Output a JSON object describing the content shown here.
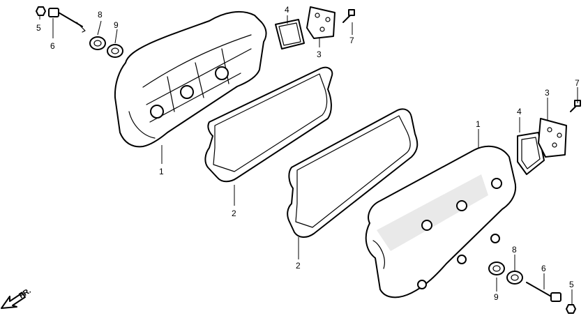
{
  "labels": {
    "l1a": "5",
    "l1b": "6",
    "l1c": "8",
    "l1d": "9",
    "l1e": "4",
    "l1f": "3",
    "l1g": "7",
    "l1h": "1",
    "l1i": "2",
    "r1a": "3",
    "r1b": "7",
    "r1c": "4",
    "r1d": "1",
    "r1e": "2",
    "r1f": "8",
    "r1g": "6",
    "r1h": "5",
    "r1i": "9"
  },
  "direction": {
    "text": "FR."
  },
  "icons": {
    "direction_arrow": "arrow-down-left-icon"
  }
}
